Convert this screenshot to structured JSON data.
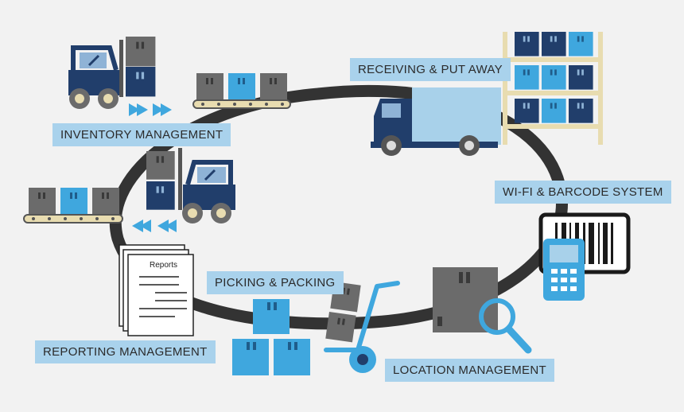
{
  "labels": {
    "receiving": "RECEIVING & PUT AWAY",
    "inventory": "INVENTORY MANAGEMENT",
    "wifi_barcode": "WI-FI & BARCODE SYSTEM",
    "picking": "PICKING & PACKING",
    "reporting": "REPORTING MANAGEMENT",
    "location": "LOCATION MANAGEMENT"
  },
  "reports_title": "Reports",
  "colors": {
    "background": "#f2f2f2",
    "loop": "#333333",
    "label_bg": "#a9d2ec",
    "navy": "#213e6b",
    "light_blue": "#3fa7de",
    "sky": "#a8d1ea",
    "gray_box": "#6b6b6b",
    "rack": "#e8dcb0"
  },
  "icons": [
    "forklift-icon",
    "conveyor-icon",
    "truck-icon",
    "shelf-rack-icon",
    "barcode-scanner-icon",
    "magnifier-icon",
    "hand-truck-icon",
    "reports-document-icon",
    "arrow-right-icon",
    "arrow-left-icon"
  ]
}
